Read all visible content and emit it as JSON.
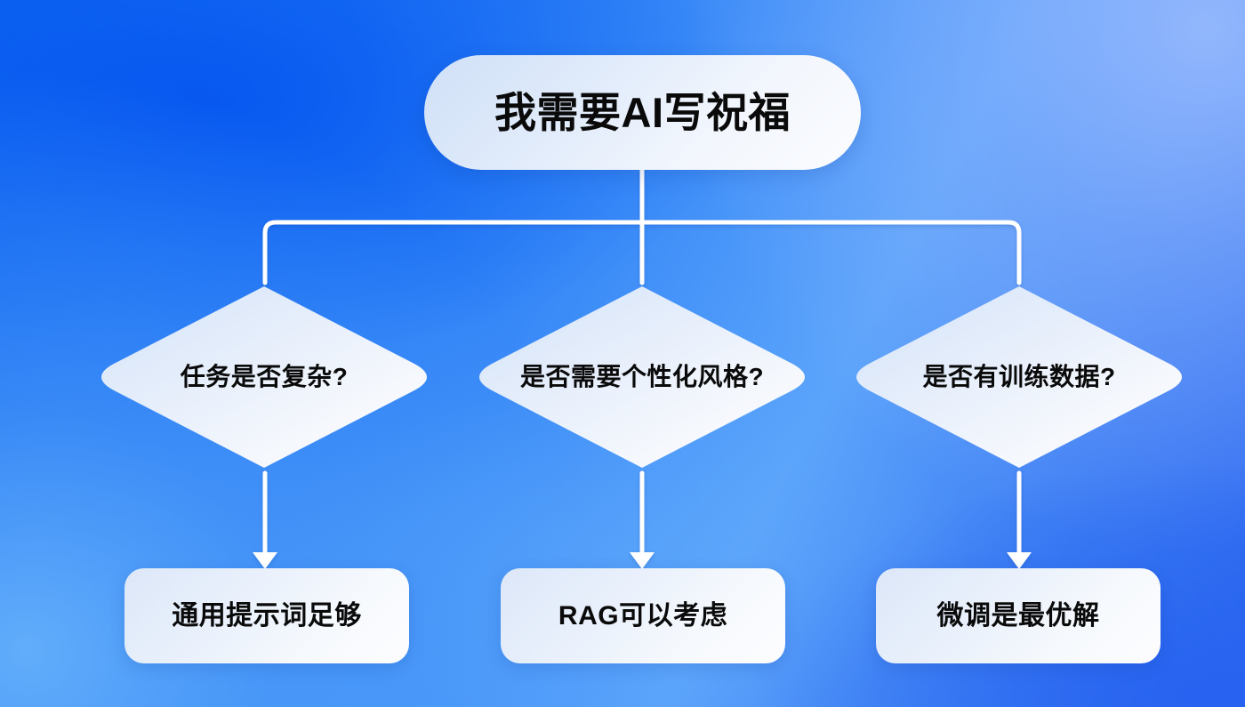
{
  "diagram": {
    "title_node": {
      "label": "我需要AI写祝福",
      "shape": "pill"
    },
    "decisions": [
      {
        "label": "任务是否复杂?",
        "shape": "diamond"
      },
      {
        "label": "是否需要个性化风格?",
        "shape": "diamond"
      },
      {
        "label": "是否有训练数据?",
        "shape": "diamond"
      }
    ],
    "outcomes": [
      {
        "label": "通用提示词足够",
        "shape": "rounded-rect"
      },
      {
        "label": "RAG可以考虑",
        "shape": "rounded-rect"
      },
      {
        "label": "微调是最优解",
        "shape": "rounded-rect"
      }
    ],
    "colors": {
      "background_top_left": "#0b63ef",
      "background_top_right": "#80aefb",
      "background_bottom_left": "#52a8f7",
      "background_bottom_right": "#2d68f0",
      "node_fill_light": "#fbfcfe",
      "node_fill_tint": "#cfe0f7",
      "connector": "#ffffff",
      "text": "#0a0a0a"
    },
    "connectors": {
      "style": "orthogonal-rounded",
      "arrowhead": "filled-triangle-down",
      "stroke_width": 5
    }
  }
}
